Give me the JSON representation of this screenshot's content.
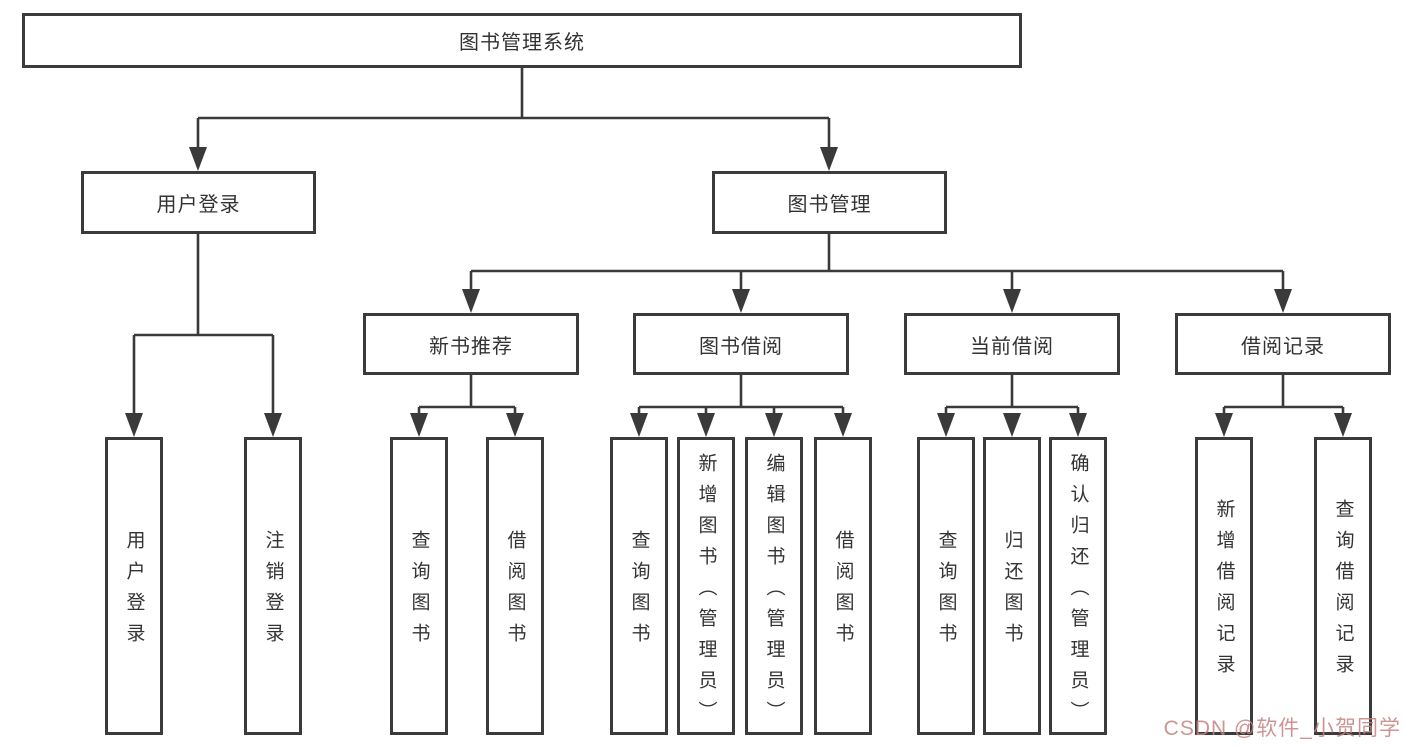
{
  "diagram_title": "图书管理系统",
  "tree": {
    "label": "图书管理系统",
    "children": [
      {
        "label": "用户登录",
        "children": [
          {
            "label": "用户登录"
          },
          {
            "label": "注销登录"
          }
        ]
      },
      {
        "label": "图书管理",
        "children": [
          {
            "label": "新书推荐",
            "children": [
              {
                "label": "查询图书"
              },
              {
                "label": "借阅图书"
              }
            ]
          },
          {
            "label": "图书借阅",
            "children": [
              {
                "label": "查询图书"
              },
              {
                "label": "新增图书（管理员）"
              },
              {
                "label": "编辑图书（管理员）"
              },
              {
                "label": "借阅图书"
              }
            ]
          },
          {
            "label": "当前借阅",
            "children": [
              {
                "label": "查询图书"
              },
              {
                "label": "归还图书"
              },
              {
                "label": "确认归还（管理员）"
              }
            ]
          },
          {
            "label": "借阅记录",
            "children": [
              {
                "label": "新增借阅记录"
              },
              {
                "label": "查询借阅记录"
              }
            ]
          }
        ]
      }
    ]
  },
  "watermark": {
    "text": "CSDN @软件_小贺同学",
    "color": "#c5827f"
  },
  "colors": {
    "background": "#ffffff",
    "box_border": "#3b3b3b",
    "line": "#3a3a3a",
    "text": "#333333"
  }
}
